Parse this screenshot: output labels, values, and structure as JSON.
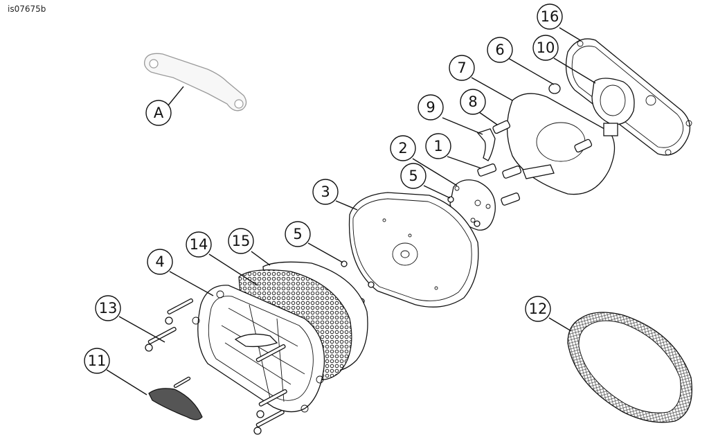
{
  "document_id": "is07675b",
  "callouts": {
    "c1": "1",
    "c2": "2",
    "c3": "3",
    "c4": "4",
    "c5a": "5",
    "c5b": "5",
    "c6": "6",
    "c7": "7",
    "c8": "8",
    "c9": "9",
    "c10": "10",
    "c11": "11",
    "c12": "12",
    "c13": "13",
    "c14": "14",
    "c15": "15",
    "c16": "16",
    "cA": "A"
  }
}
